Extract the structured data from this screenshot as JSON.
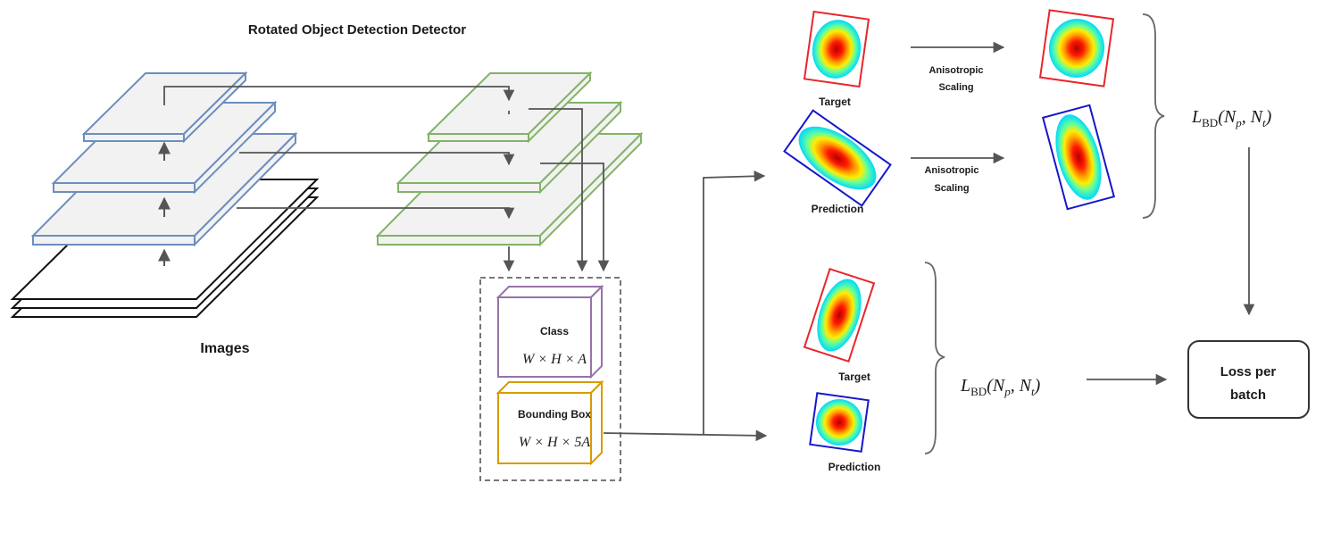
{
  "diagram": {
    "title": "Rotated Object Detection Detector",
    "images_label": "Images",
    "head": {
      "class_label": "Class",
      "class_formula": "W × H × A",
      "bbox_label": "Bounding Box",
      "bbox_formula": "W × H × 5A"
    },
    "top_branch": {
      "target_label": "Target",
      "prediction_label": "Prediction",
      "scaling_label_line1": "Anisotropic",
      "scaling_label_line2": "Scaling",
      "loss": "L",
      "loss_sub": "BD",
      "loss_args": "(N",
      "loss_p": "p",
      "loss_mid": ", N",
      "loss_t": "t",
      "loss_close": ")"
    },
    "bottom_branch": {
      "target_label": "Target",
      "prediction_label": "Prediction",
      "loss": "L",
      "loss_sub": "BD",
      "loss_args": "(N",
      "loss_p": "p",
      "loss_mid": ", N",
      "loss_t": "t",
      "loss_close": ")"
    },
    "output": {
      "line1": "Loss per",
      "line2": "batch"
    },
    "colors": {
      "backbone": "#6c8ebf",
      "fpn": "#82b366",
      "class_box": "#9673a6",
      "bbox_box": "#d79b00",
      "target_box": "#e8262a",
      "prediction_box": "#1616cc",
      "arrow": "#555555"
    }
  }
}
